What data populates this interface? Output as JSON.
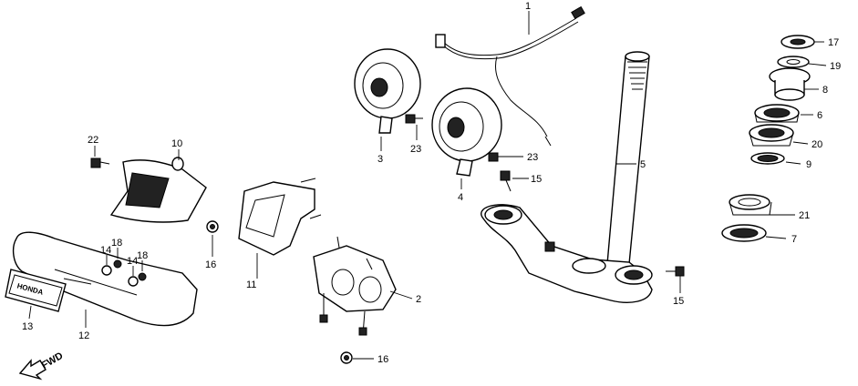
{
  "diagram": {
    "labels": {
      "p1": "1",
      "p2": "2",
      "p3": "3",
      "p4": "4",
      "p5": "5",
      "p6": "6",
      "p7": "7",
      "p8": "8",
      "p9": "9",
      "p10": "10",
      "p11": "11",
      "p12": "12",
      "p13": "13",
      "p14a": "14",
      "p14b": "14",
      "p15a": "15",
      "p15b": "15",
      "p16a": "16",
      "p16b": "16",
      "p17": "17",
      "p18a": "18",
      "p18b": "18",
      "p19": "19",
      "p20": "20",
      "p21": "21",
      "p22": "22",
      "p23a": "23",
      "p23b": "23"
    },
    "fwd_label": "FWD",
    "emblem_text": "HONDA"
  }
}
